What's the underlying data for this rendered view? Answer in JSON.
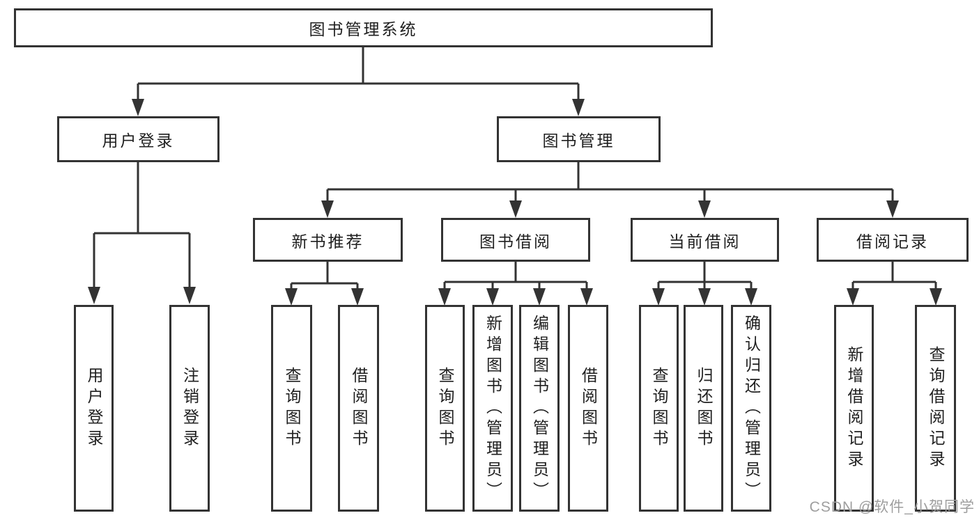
{
  "colors": {
    "line": "#333333",
    "text": "#1f1f1f",
    "watermark": "#9e9e9e",
    "background": "#ffffff"
  },
  "root": {
    "label": "图书管理系统"
  },
  "login": {
    "label": "用户登录",
    "children": [
      {
        "label": "用户登录"
      },
      {
        "label": "注销登录"
      }
    ]
  },
  "management": {
    "label": "图书管理",
    "modules": [
      {
        "label": "新书推荐",
        "children": [
          {
            "label": "查询图书"
          },
          {
            "label": "借阅图书"
          }
        ]
      },
      {
        "label": "图书借阅",
        "children": [
          {
            "label": "查询图书"
          },
          {
            "label": "新增图书（管理员）"
          },
          {
            "label": "编辑图书（管理员）"
          },
          {
            "label": "借阅图书"
          }
        ]
      },
      {
        "label": "当前借阅",
        "children": [
          {
            "label": "查询图书"
          },
          {
            "label": "归还图书"
          },
          {
            "label": "确认归还（管理员）"
          }
        ]
      },
      {
        "label": "借阅记录",
        "children": [
          {
            "label": "新增借阅记录"
          },
          {
            "label": "查询借阅记录"
          }
        ]
      }
    ]
  },
  "watermark": {
    "text": "CSDN @软件_小贺同学"
  }
}
